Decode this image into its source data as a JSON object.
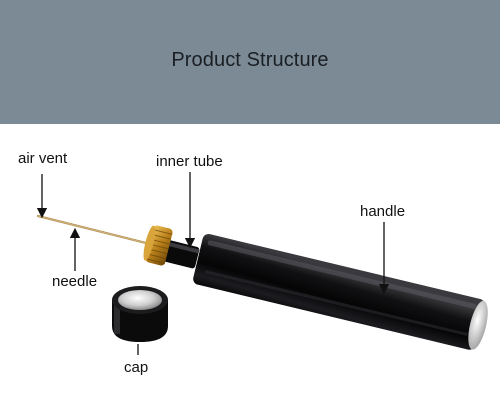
{
  "banner": {
    "title": "Product Structure",
    "background": "#7c8a96"
  },
  "labels": {
    "air_vent": "air vent",
    "inner_tube": "inner tube",
    "handle": "handle",
    "needle": "needle",
    "cap": "cap"
  },
  "colors": {
    "handle_body": "#0c0c0e",
    "brass_nut": "#c08a1e",
    "needle": "#b8955a",
    "end_cap_silver": "#d9d9d9",
    "arrow": "#111111"
  }
}
